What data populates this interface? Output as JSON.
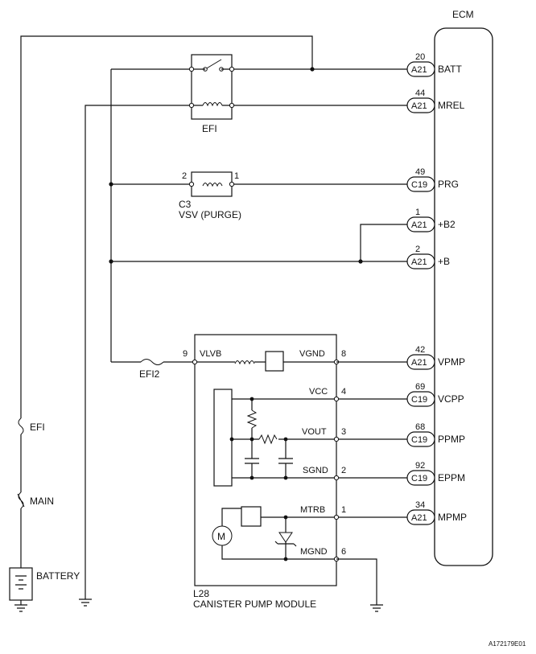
{
  "ecm": {
    "title": "ECM"
  },
  "relay": {
    "label": "EFI"
  },
  "vsv": {
    "code": "C3",
    "name": "VSV (PURGE)",
    "pin_left": "2",
    "pin_right": "1"
  },
  "fuse_efi2": {
    "label": "EFI2"
  },
  "fuse_efi": {
    "label": "EFI"
  },
  "fuse_main": {
    "label": "MAIN"
  },
  "battery": {
    "label": "BATTERY"
  },
  "module": {
    "code": "L28",
    "name": "CANISTER PUMP MODULE",
    "terminals": [
      {
        "name": "VLVB",
        "num": "9"
      },
      {
        "name": "VGND",
        "num": "8"
      },
      {
        "name": "VCC",
        "num": "4"
      },
      {
        "name": "VOUT",
        "num": "3"
      },
      {
        "name": "SGND",
        "num": "2"
      },
      {
        "name": "MTRB",
        "num": "1"
      },
      {
        "name": "MGND",
        "num": "6"
      }
    ]
  },
  "ecm_pins": [
    {
      "num": "20",
      "conn": "A21",
      "name": "BATT"
    },
    {
      "num": "44",
      "conn": "A21",
      "name": "MREL"
    },
    {
      "num": "49",
      "conn": "C19",
      "name": "PRG"
    },
    {
      "num": "1",
      "conn": "A21",
      "name": "+B2"
    },
    {
      "num": "2",
      "conn": "A21",
      "name": "+B"
    },
    {
      "num": "42",
      "conn": "A21",
      "name": "VPMP"
    },
    {
      "num": "69",
      "conn": "C19",
      "name": "VCPP"
    },
    {
      "num": "68",
      "conn": "C19",
      "name": "PPMP"
    },
    {
      "num": "92",
      "conn": "C19",
      "name": "EPPM"
    },
    {
      "num": "34",
      "conn": "A21",
      "name": "MPMP"
    }
  ],
  "figure_id": "A172179E01"
}
